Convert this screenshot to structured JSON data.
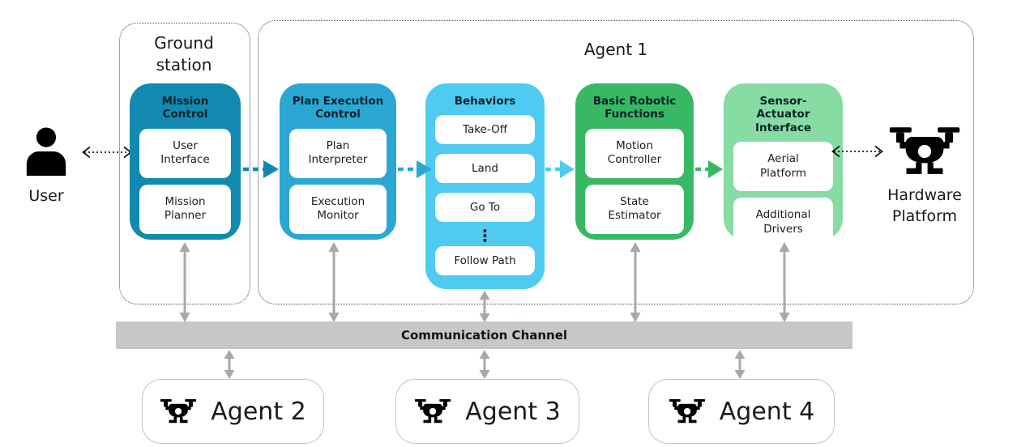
{
  "ground_station": {
    "label": "Ground\nstation"
  },
  "agent1": {
    "label": "Agent 1"
  },
  "user": {
    "label": "User"
  },
  "hardware": {
    "label": "Hardware\nPlatform"
  },
  "blocks": [
    {
      "title": "Mission\nControl",
      "items": [
        "User\nInterface",
        "Mission\nPlanner"
      ]
    },
    {
      "title": "Plan Execution\nControl",
      "items": [
        "Plan\nInterpreter",
        "Execution\nMonitor"
      ]
    },
    {
      "title": "Behaviors",
      "items": [
        "Take-Off",
        "Land",
        "Go To",
        "⋮",
        "Follow Path"
      ]
    },
    {
      "title": "Basic Robotic\nFunctions",
      "items": [
        "Motion\nController",
        "State\nEstimator"
      ]
    },
    {
      "title": "Sensor-Actuator\nInterface",
      "items": [
        "Aerial\nPlatform",
        "Additional\nDrivers"
      ]
    }
  ],
  "comm_channel": {
    "label": "Communication Channel"
  },
  "agents": [
    {
      "label": "Agent 2"
    },
    {
      "label": "Agent 3"
    },
    {
      "label": "Agent 4"
    }
  ],
  "colors": {
    "mission_control": "#1289B1",
    "plan_execution": "#2BA7D4",
    "behaviors": "#4FCBF2",
    "basic_robotic": "#38B863",
    "sensor_actuator": "#86DCA3",
    "comm_bar": "#C7C7C7",
    "gray_arrow": "#A8A8A8",
    "dotted_link": "#1a1a1a"
  }
}
